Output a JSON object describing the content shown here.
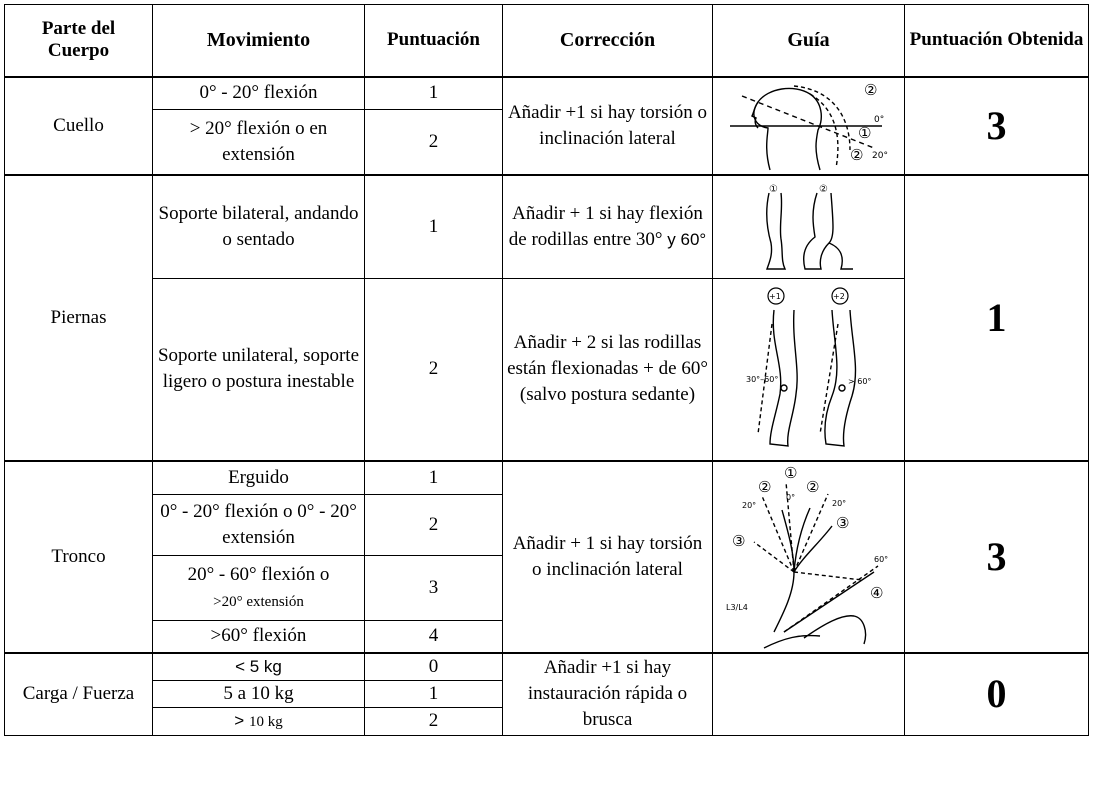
{
  "headers": {
    "part": "Parte del Cuerpo",
    "movement": "Movimiento",
    "score": "Puntuación",
    "correction": "Corrección",
    "guide": "Guía",
    "obtained": "Puntuación Obtenida"
  },
  "neck": {
    "part": "Cuello",
    "rows": [
      {
        "movement": "0° - 20° flexión",
        "score": "1"
      },
      {
        "movement": "> 20° flexión o en extensión",
        "score": "2"
      }
    ],
    "correction": "Añadir +1 si hay torsión o inclinación lateral",
    "guide_labels": {
      "a": "②",
      "b": "①",
      "c": "②",
      "deg0": "0°",
      "deg20": "20°"
    },
    "obtained": "3"
  },
  "legs": {
    "part": "Piernas",
    "rows": [
      {
        "movement": "Soporte bilateral, andando o sentado",
        "score": "1",
        "correction_pre": "Añadir + 1 si hay flexión de rodillas entre 30°",
        "correction_post": "y 60°"
      },
      {
        "movement": "Soporte unilateral, soporte ligero o postura inestable",
        "score": "2",
        "correction": "Añadir + 2 si las rodillas están flexionadas + de 60° (salvo postura sedante)"
      }
    ],
    "guide_labels": {
      "one": "①",
      "two": "②",
      "plus1": "+1",
      "plus2": "+2",
      "range": "30°–60°",
      "over": "> 60°"
    },
    "obtained": "1"
  },
  "trunk": {
    "part": "Tronco",
    "rows": [
      {
        "movement": "Erguido",
        "score": "1"
      },
      {
        "movement": "0° - 20° flexión o 0° - 20° extensión",
        "score": "2"
      },
      {
        "movement_main": "20° - 60° flexión o",
        "movement_small": ">20° extensión",
        "score": "3"
      },
      {
        "movement": ">60° flexión",
        "score": "4"
      }
    ],
    "correction": "Añadir + 1 si hay torsión o inclinación lateral",
    "guide_labels": {
      "one": "①",
      "two": "②",
      "three": "③",
      "four": "④",
      "deg0": "0°",
      "deg20a": "20°",
      "deg20b": "20°",
      "level": "L3/L4",
      "sixty": "60°"
    },
    "obtained": "3"
  },
  "load": {
    "part": "Carga / Fuerza",
    "rows": [
      {
        "movement": "< 5 kg",
        "score": "0"
      },
      {
        "movement": "5 a 10 kg",
        "score": "1"
      },
      {
        "movement_pre": ">",
        "movement_post": "10 kg",
        "score": "2"
      }
    ],
    "correction": "Añadir +1 si hay instauración rápida o brusca",
    "obtained": "0"
  }
}
